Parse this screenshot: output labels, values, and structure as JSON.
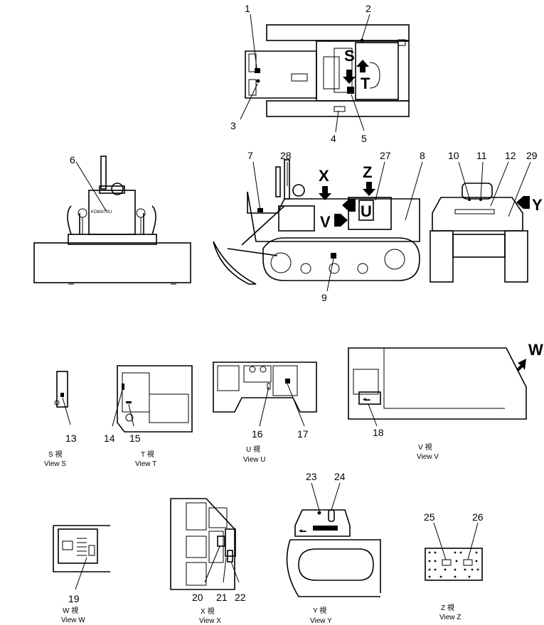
{
  "callouts": {
    "n1": "1",
    "n2": "2",
    "n3": "3",
    "n4": "4",
    "n5": "5",
    "n6": "6",
    "n7": "7",
    "n8": "8",
    "n9": "9",
    "n10": "10",
    "n11": "11",
    "n12": "12",
    "n13": "13",
    "n14": "14",
    "n15": "15",
    "n16": "16",
    "n17": "17",
    "n18": "18",
    "n19": "19",
    "n20": "20",
    "n21": "21",
    "n22": "22",
    "n23": "23",
    "n24": "24",
    "n25": "25",
    "n26": "26",
    "n27": "27",
    "n28": "28",
    "n29": "29"
  },
  "view_letters": {
    "S": "S",
    "T": "T",
    "U": "U",
    "V": "V",
    "W": "W",
    "X": "X",
    "Y": "Y",
    "Z": "Z"
  },
  "brand": "KOMATSU",
  "captions": {
    "S": {
      "jp": "S 視",
      "en": "View S"
    },
    "T": {
      "jp": "T 視",
      "en": "View T"
    },
    "U": {
      "jp": "U 視",
      "en": "View U"
    },
    "V": {
      "jp": "V 視",
      "en": "View V"
    },
    "W": {
      "jp": "W 視",
      "en": "View W"
    },
    "X": {
      "jp": "X 視",
      "en": "View X"
    },
    "Y": {
      "jp": "Y 視",
      "en": "View Y"
    },
    "Z": {
      "jp": "Z 視",
      "en": "View Z"
    }
  }
}
